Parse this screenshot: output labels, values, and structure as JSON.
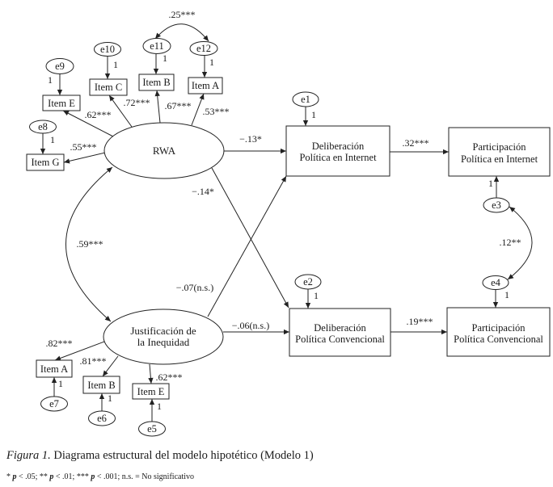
{
  "figure": {
    "latent": {
      "rwa": "RWA",
      "ji": [
        "Justificación de",
        "la Inequidad"
      ]
    },
    "constructs": {
      "dpi": [
        "Deliberación",
        "Política en Internet"
      ],
      "ppi": [
        "Participación",
        "Política en Internet"
      ],
      "dpc": [
        "Deliberación",
        "Política Convencional"
      ],
      "ppc": [
        "Participación",
        "Política Convencional"
      ]
    },
    "rwa_indicators": [
      {
        "label": "Item E",
        "loading": ".62***",
        "error": "e9"
      },
      {
        "label": "Item C",
        "loading": ".72***",
        "error": "e10"
      },
      {
        "label": "Item B",
        "loading": ".67***",
        "error": "e11"
      },
      {
        "label": "Item A",
        "loading": ".53***",
        "error": "e12"
      },
      {
        "label": "Item G",
        "loading": ".55***",
        "error": "e8"
      }
    ],
    "ji_indicators": [
      {
        "label": "Item A",
        "loading": ".82***",
        "error": "e7"
      },
      {
        "label": "Item B",
        "loading": ".81***",
        "error": "e6"
      },
      {
        "label": "Item E",
        "loading": ".62***",
        "error": "e5"
      }
    ],
    "disturbances": {
      "dpi": "e1",
      "dpc": "e2",
      "ppi": "e3",
      "ppc": "e4"
    },
    "fixed_weight": "1",
    "paths": {
      "rwa_dpi": "−.13*",
      "rwa_dpc": "−.14*",
      "ji_dpi": "−.07(n.s.)",
      "ji_dpc": "−.06(n.s.)",
      "dpi_ppi": ".32***",
      "dpc_ppc": ".19***"
    },
    "covariances": {
      "rwa_ji": ".59***",
      "e11_e12": ".25***",
      "e3_e4": ".12**"
    },
    "colors": {
      "ink": "#222222",
      "background": "#ffffff"
    }
  },
  "caption": {
    "label": "Figura 1.",
    "title": " Diagrama estructural del modelo hipotético (Modelo 1)",
    "note": [
      "* ",
      "p",
      " < .05; ** ",
      "p",
      " < .01; *** ",
      "p",
      " < .001; n.s. = No significativo"
    ]
  }
}
